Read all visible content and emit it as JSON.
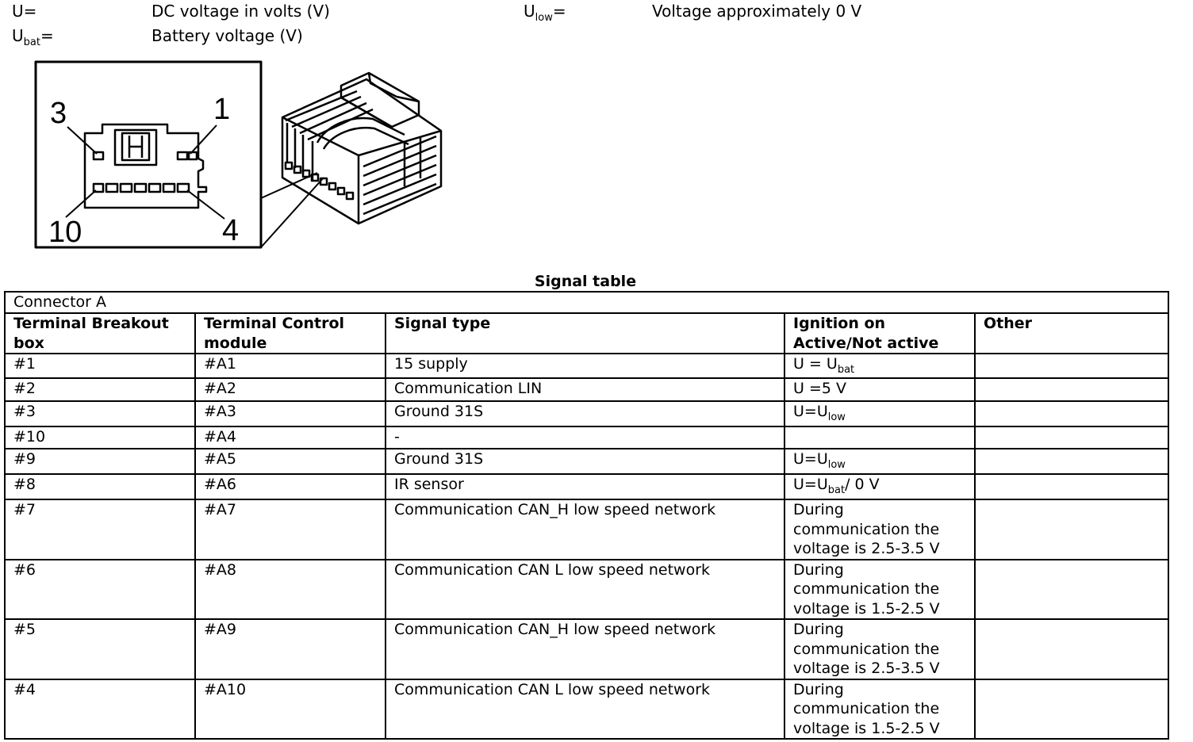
{
  "legend": [
    {
      "symbol": "U",
      "sub": "",
      "suffix": "=",
      "text": "DC voltage in volts (V)"
    },
    {
      "symbol": "U",
      "sub": "bat",
      "suffix": "=",
      "text": "Battery voltage (V)"
    },
    {
      "symbol": "U",
      "sub": "low",
      "suffix": "=",
      "text": "Voltage approximately 0 V"
    }
  ],
  "diagram": {
    "pin_labels": {
      "top_left": "3",
      "top_right": "1",
      "bottom_left": "10",
      "bottom_right": "4"
    }
  },
  "table": {
    "title": "Signal table",
    "connector": "Connector A",
    "headers": {
      "breakout": [
        "Terminal Breakout",
        "box"
      ],
      "control": [
        "Terminal Control",
        "module"
      ],
      "signal": "Signal type",
      "ignition": [
        "Ignition on",
        "Active/Not active"
      ],
      "other": "Other"
    },
    "rows": [
      {
        "breakout": "#1",
        "control": "#A1",
        "signal": "15 supply",
        "ign_pre": "U = U",
        "ign_sub": "bat",
        "ign_post": "",
        "other": ""
      },
      {
        "breakout": "#2",
        "control": "#A2",
        "signal": "Communication LIN",
        "ign_pre": "U =5 V",
        "ign_sub": "",
        "ign_post": "",
        "other": ""
      },
      {
        "breakout": "#3",
        "control": "#A3",
        "signal": "Ground 31S",
        "ign_pre": "U=U",
        "ign_sub": "low",
        "ign_post": "",
        "other": ""
      },
      {
        "breakout": "#10",
        "control": "#A4",
        "signal": "-",
        "ign_pre": "",
        "ign_sub": "",
        "ign_post": "",
        "other": ""
      },
      {
        "breakout": "#9",
        "control": "#A5",
        "signal": "Ground 31S",
        "ign_pre": "U=U",
        "ign_sub": "low",
        "ign_post": "",
        "other": ""
      },
      {
        "breakout": "#8",
        "control": "#A6",
        "signal": "IR sensor",
        "ign_pre": "U=U",
        "ign_sub": "bat",
        "ign_post": "/ 0 V",
        "other": ""
      },
      {
        "breakout": "#7",
        "control": "#A7",
        "signal": "Communication CAN_H low speed network",
        "ign_lines": [
          "During",
          "communication the",
          "voltage is 2.5-3.5 V"
        ],
        "other": ""
      },
      {
        "breakout": "#6",
        "control": "#A8",
        "signal": "Communication CAN L low speed network",
        "ign_lines": [
          "During",
          "communication the",
          "voltage is 1.5-2.5 V"
        ],
        "other": ""
      },
      {
        "breakout": "#5",
        "control": "#A9",
        "signal": "Communication CAN_H low speed network",
        "ign_lines": [
          "During",
          "communication the",
          "voltage is 2.5-3.5 V"
        ],
        "other": ""
      },
      {
        "breakout": "#4",
        "control": "#A10",
        "signal": "Communication CAN L low speed network",
        "ign_lines": [
          "During",
          "communication the",
          "voltage is 1.5-2.5 V"
        ],
        "other": ""
      }
    ]
  }
}
